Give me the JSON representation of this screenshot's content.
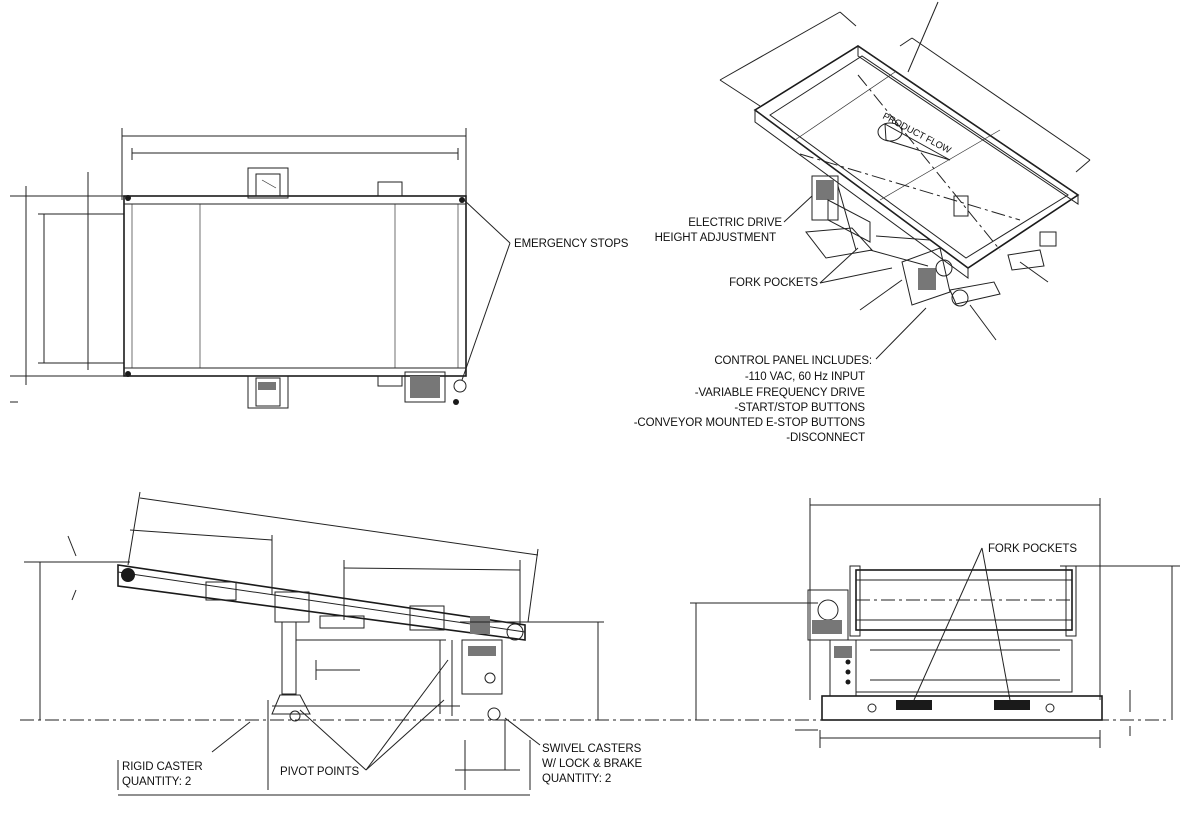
{
  "labels": {
    "emergency_stops": "EMERGENCY STOPS",
    "product_flow": "PRODUCT FLOW",
    "electric_drive_1": "ELECTRIC DRIVE",
    "electric_drive_2": "HEIGHT ADJUSTMENT",
    "fork_pockets_iso": "FORK POCKETS",
    "control_panel": [
      "CONTROL PANEL INCLUDES:",
      "-110 VAC, 60 Hz INPUT",
      "-VARIABLE FREQUENCY DRIVE",
      "-START/STOP BUTTONS",
      "-CONVEYOR MOUNTED E-STOP BUTTONS",
      "-DISCONNECT"
    ],
    "rigid_caster_1": "RIGID CASTER",
    "rigid_caster_2": "QUANTITY: 2",
    "pivot_points": "PIVOT POINTS",
    "swivel_casters": [
      "SWIVEL CASTERS",
      "W/ LOCK & BRAKE",
      "QUANTITY: 2"
    ],
    "fork_pockets_end": "FORK POCKETS"
  }
}
